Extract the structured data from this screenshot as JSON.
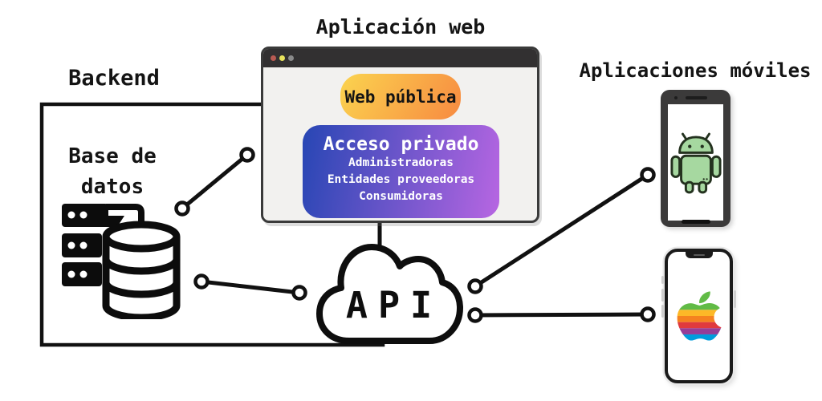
{
  "backend": {
    "title": "Backend",
    "database_label": [
      "Base de",
      "datos"
    ]
  },
  "web_app": {
    "title": "Aplicación web",
    "public_button": "Web pública",
    "private_heading": "Acceso privado",
    "private_items": [
      "Administradoras",
      "Entidades proveedoras",
      "Consumidoras"
    ]
  },
  "api": {
    "label": "API"
  },
  "mobile": {
    "title": "Aplicaciones móviles"
  },
  "colors": {
    "line": "#111111",
    "titlebar": "#323031",
    "dot_red": "#b85a52",
    "dot_yellow": "#e7e25c",
    "dot_gray": "#8a8a8a",
    "public_gradient_start": "#fbd44f",
    "public_gradient_end": "#f78a41",
    "private_gradient_start": "#2746b4",
    "private_gradient_end": "#b766e2",
    "android_green": "#a6d8a0",
    "apple_green": "#61bb46",
    "apple_yellow": "#fdb827",
    "apple_orange": "#f5821f",
    "apple_red": "#e03a3e",
    "apple_purple": "#963d97",
    "apple_blue": "#009ddc"
  }
}
